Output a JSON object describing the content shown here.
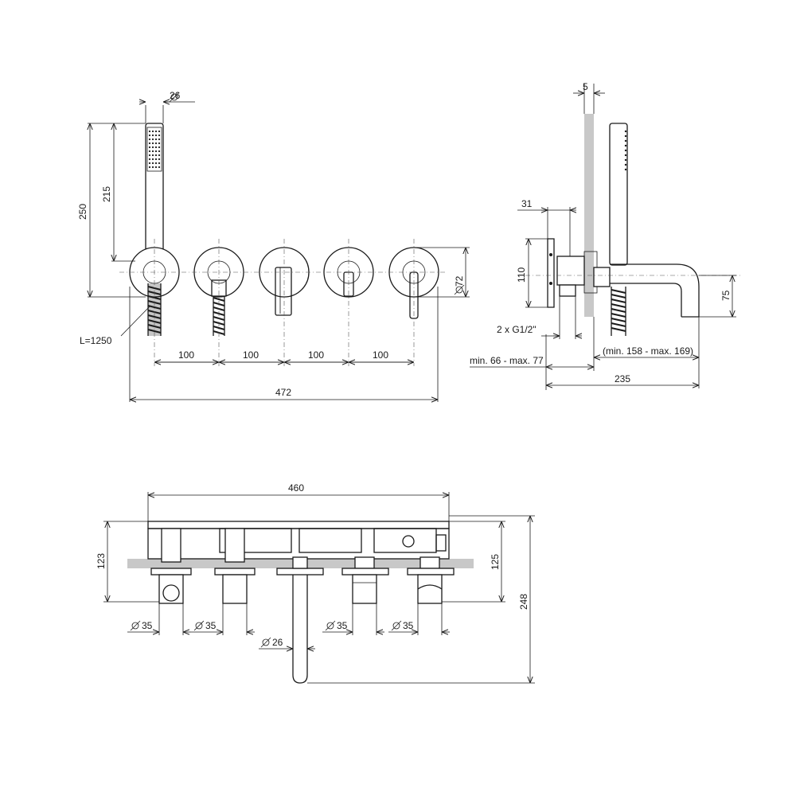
{
  "front_view": {
    "hand_shower_diameter": "26",
    "height_total": "250",
    "height_handle": "215",
    "rosette_diameter": "72",
    "hose_length": "L=1250",
    "spacing_1": "100",
    "spacing_2": "100",
    "spacing_3": "100",
    "spacing_4": "100",
    "overall_width": "472"
  },
  "side_view": {
    "wall_offset": "5",
    "depth_31": "31",
    "height_110": "110",
    "connection": "2 x G1/2\"",
    "install_depth": "min. 66 - max. 77",
    "spout_projection_range": "(min. 158 - max. 169)",
    "spout_projection": "235",
    "spout_height": "75"
  },
  "top_view": {
    "box_width": "460",
    "depth_123": "123",
    "depth_125": "125",
    "depth_248": "248",
    "pipe_diameter_1": "35",
    "pipe_diameter_2": "35",
    "pipe_diameter_3": "35",
    "pipe_diameter_4": "35",
    "spout_diameter": "26"
  }
}
